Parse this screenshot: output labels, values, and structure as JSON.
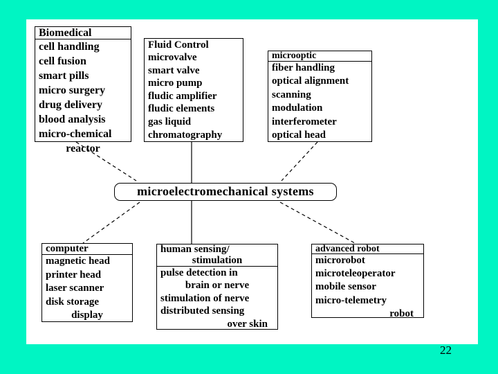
{
  "slide_number": "22",
  "colors": {
    "background_teal": "#00F5C3",
    "slide_background": "#FFFFFF",
    "box_border": "#000000",
    "text": "#000000"
  },
  "center_node": {
    "label": "microelectromechanical systems"
  },
  "boxes": {
    "biomedical": {
      "header": "Biomedical",
      "items": [
        "cell handling",
        "cell fusion",
        "smart pills",
        "micro surgery",
        "drug delivery",
        "blood analysis",
        "micro-chemical",
        "reactor"
      ]
    },
    "fluid_control": {
      "header": "Fluid Control",
      "items": [
        "microvalve",
        "smart valve",
        "micro pump",
        "fludic amplifier",
        "fludic elements",
        "gas liquid",
        "chromatography"
      ]
    },
    "microoptic": {
      "header": "microoptic",
      "items": [
        "fiber handling",
        "optical alignment",
        "scanning",
        "modulation",
        "interferometer",
        "optical head"
      ]
    },
    "computer": {
      "header": "computer",
      "items": [
        "magnetic head",
        "printer head",
        "laser scanner",
        "disk storage",
        "display"
      ]
    },
    "human_sensing": {
      "header_line1": "human sensing/",
      "header_line2": "stimulation",
      "items": [
        "pulse detection in",
        "brain or nerve",
        "stimulation of nerve",
        "distributed sensing",
        "over skin"
      ]
    },
    "advanced_robot": {
      "header": "advanced robot",
      "items": [
        "microrobot",
        "microteleoperator",
        "mobile sensor",
        "micro-telemetry",
        "robot"
      ]
    }
  }
}
